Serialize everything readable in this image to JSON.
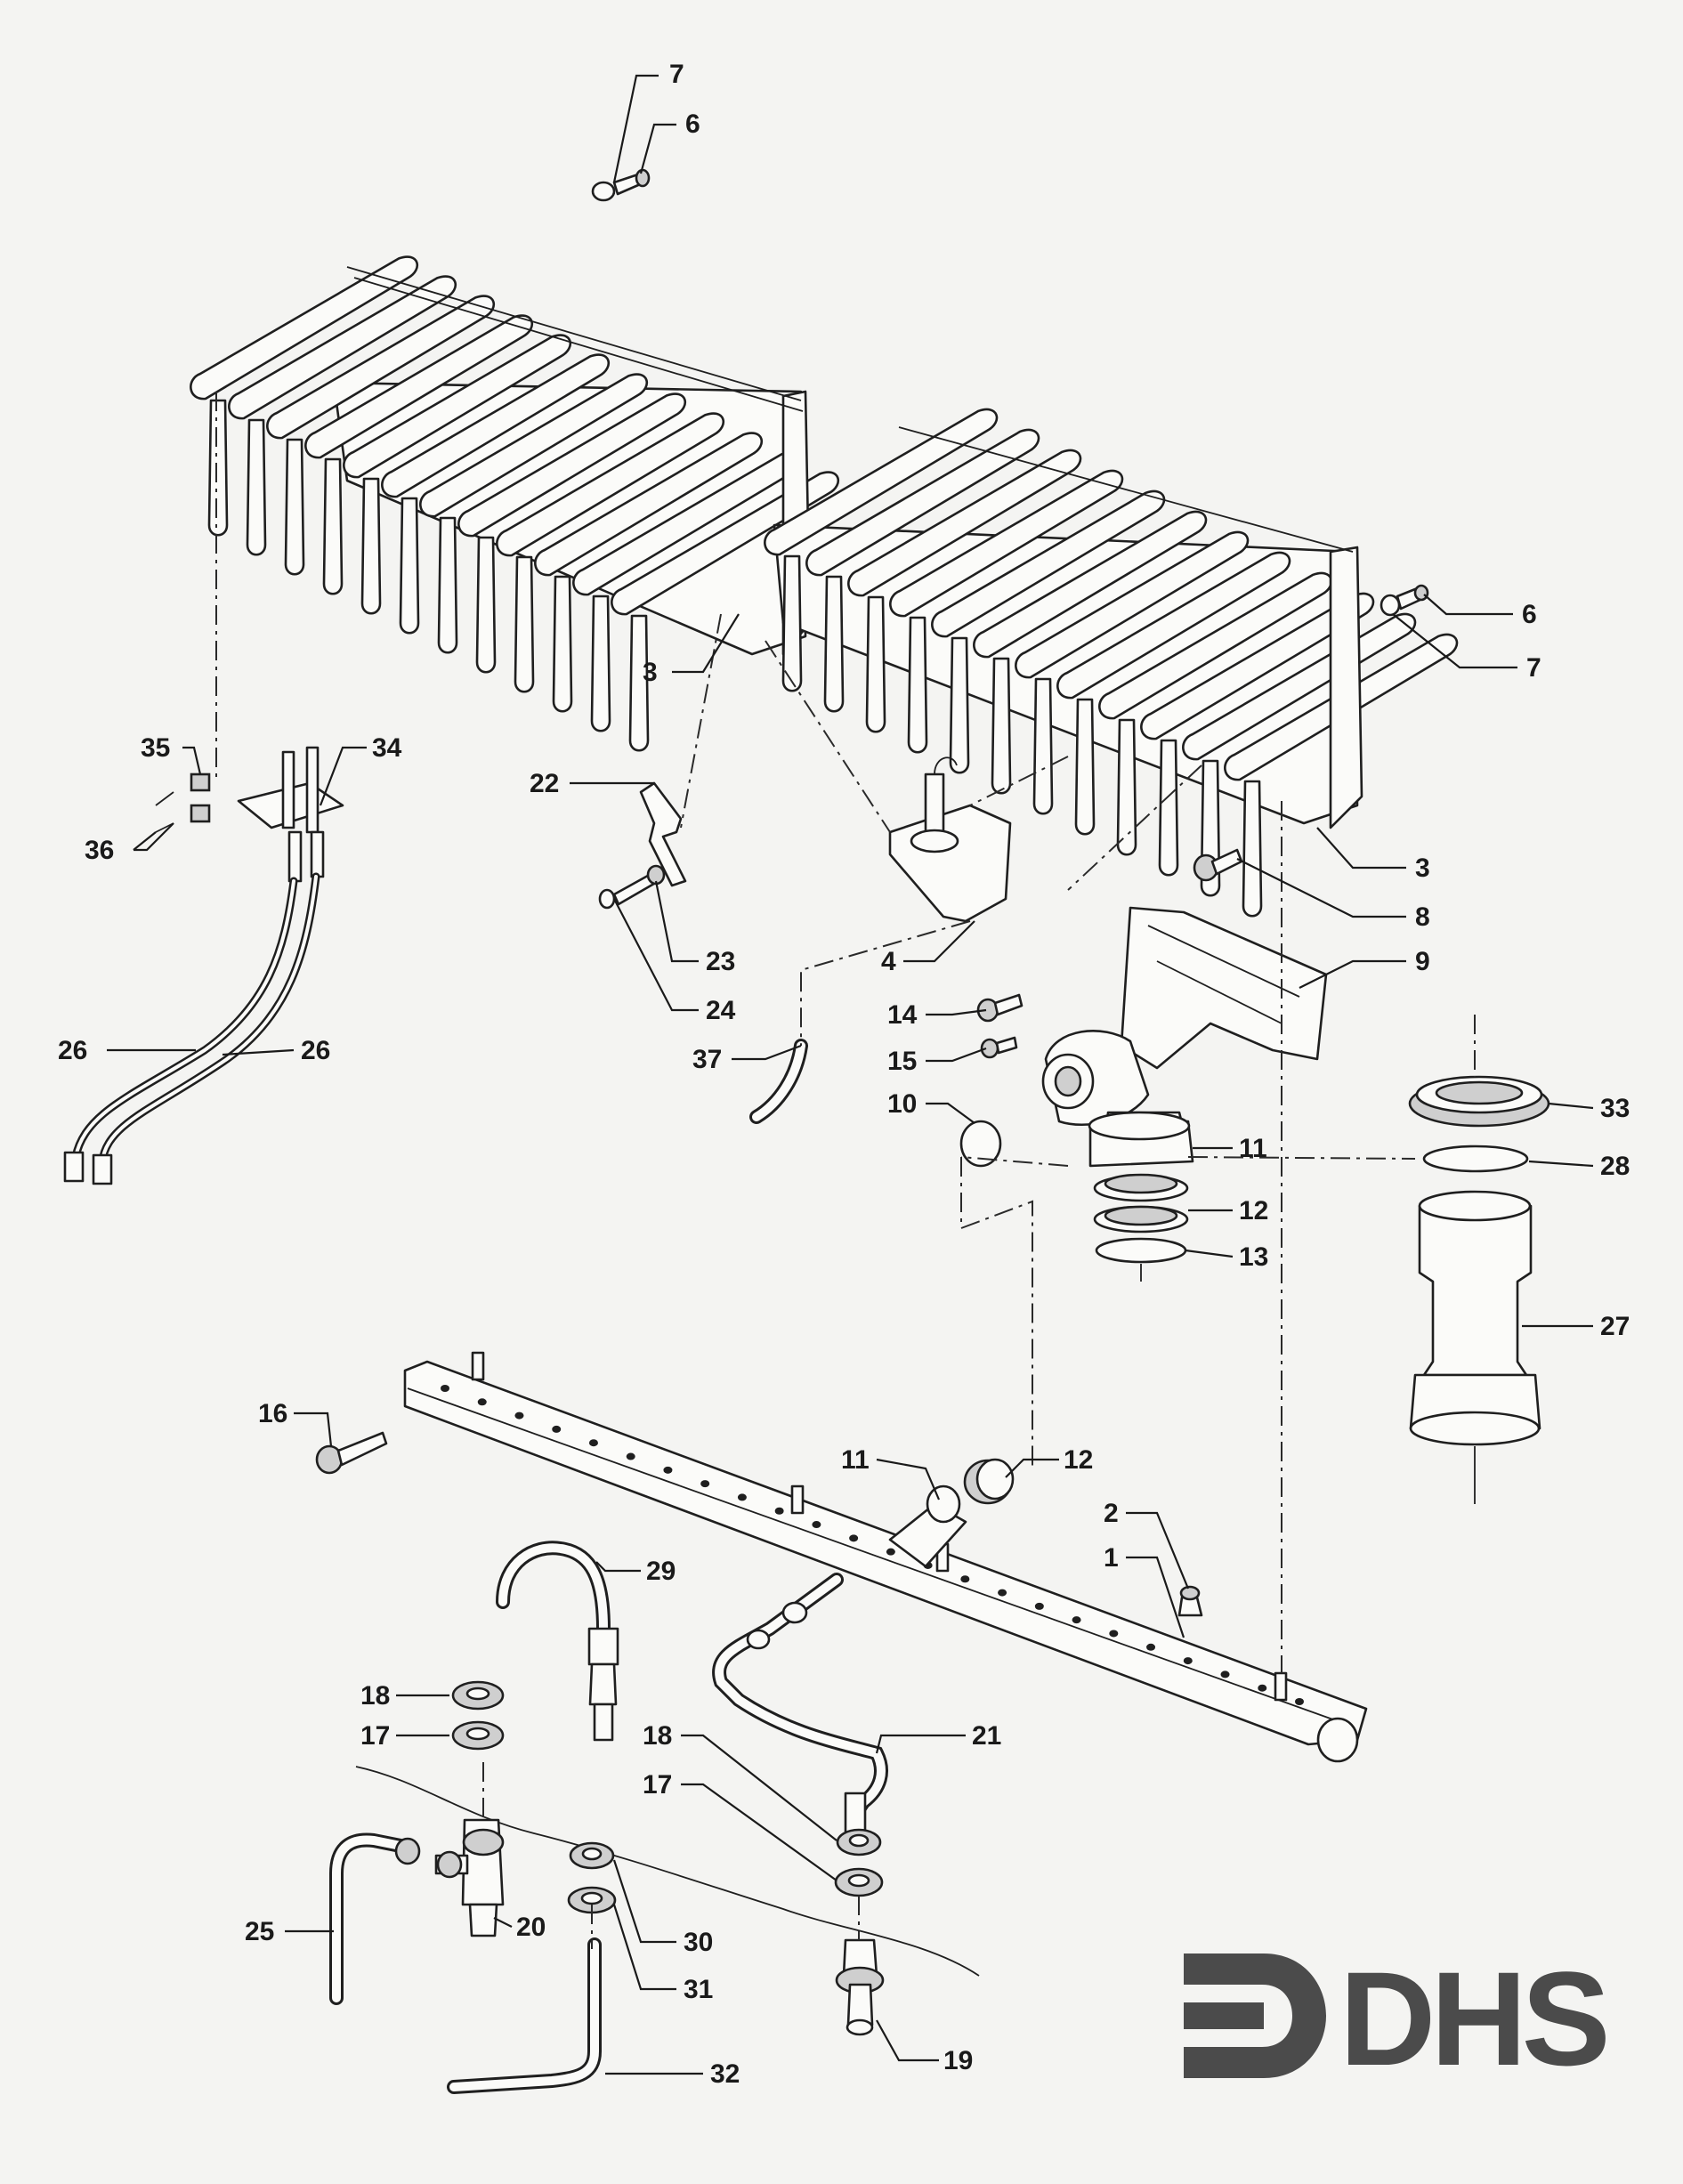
{
  "diagram": {
    "callouts": [
      {
        "id": "c7a",
        "label": "7"
      },
      {
        "id": "c6a",
        "label": "6"
      },
      {
        "id": "c3a",
        "label": "3"
      },
      {
        "id": "c6b",
        "label": "6"
      },
      {
        "id": "c7b",
        "label": "7"
      },
      {
        "id": "c3b",
        "label": "3"
      },
      {
        "id": "c35",
        "label": "35"
      },
      {
        "id": "c34",
        "label": "34"
      },
      {
        "id": "c36",
        "label": "36"
      },
      {
        "id": "c22",
        "label": "22"
      },
      {
        "id": "c23",
        "label": "23"
      },
      {
        "id": "c24",
        "label": "24"
      },
      {
        "id": "c4",
        "label": "4"
      },
      {
        "id": "c8",
        "label": "8"
      },
      {
        "id": "c9",
        "label": "9"
      },
      {
        "id": "c26a",
        "label": "26"
      },
      {
        "id": "c26b",
        "label": "26"
      },
      {
        "id": "c37",
        "label": "37"
      },
      {
        "id": "c14",
        "label": "14"
      },
      {
        "id": "c15",
        "label": "15"
      },
      {
        "id": "c10",
        "label": "10"
      },
      {
        "id": "c11a",
        "label": "11"
      },
      {
        "id": "c12a",
        "label": "12"
      },
      {
        "id": "c13",
        "label": "13"
      },
      {
        "id": "c33",
        "label": "33"
      },
      {
        "id": "c28",
        "label": "28"
      },
      {
        "id": "c27",
        "label": "27"
      },
      {
        "id": "c16",
        "label": "16"
      },
      {
        "id": "c11b",
        "label": "11"
      },
      {
        "id": "c12b",
        "label": "12"
      },
      {
        "id": "c2",
        "label": "2"
      },
      {
        "id": "c1",
        "label": "1"
      },
      {
        "id": "c29",
        "label": "29"
      },
      {
        "id": "c18a",
        "label": "18"
      },
      {
        "id": "c17a",
        "label": "17"
      },
      {
        "id": "c21",
        "label": "21"
      },
      {
        "id": "c18b",
        "label": "18"
      },
      {
        "id": "c17b",
        "label": "17"
      },
      {
        "id": "c25",
        "label": "25"
      },
      {
        "id": "c20",
        "label": "20"
      },
      {
        "id": "c30",
        "label": "30"
      },
      {
        "id": "c31",
        "label": "31"
      },
      {
        "id": "c32",
        "label": "32"
      },
      {
        "id": "c19",
        "label": "19"
      }
    ]
  },
  "logo": {
    "text": "DHS",
    "color": "#4b4b4b"
  }
}
